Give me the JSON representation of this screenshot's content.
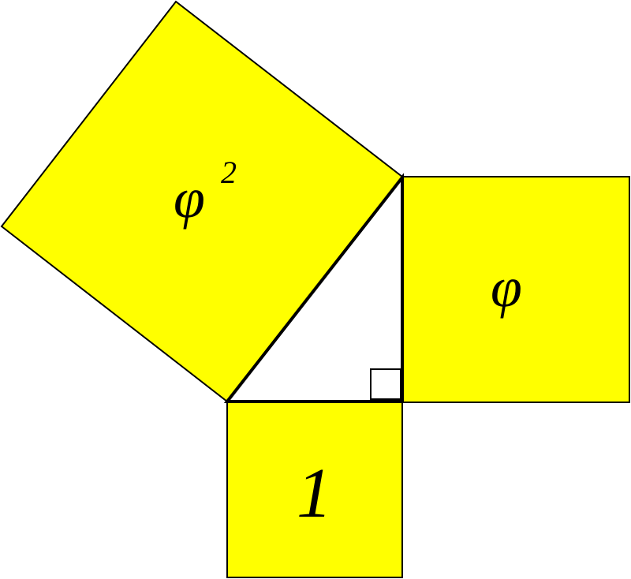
{
  "labels": {
    "hypotenuse_square": "φ",
    "hypotenuse_exponent": "2",
    "vertical_leg_square": "φ",
    "horizontal_leg_square": "1"
  },
  "colors": {
    "square_fill": "#ffff00",
    "stroke": "#000000",
    "triangle_fill": "#ffffff"
  }
}
